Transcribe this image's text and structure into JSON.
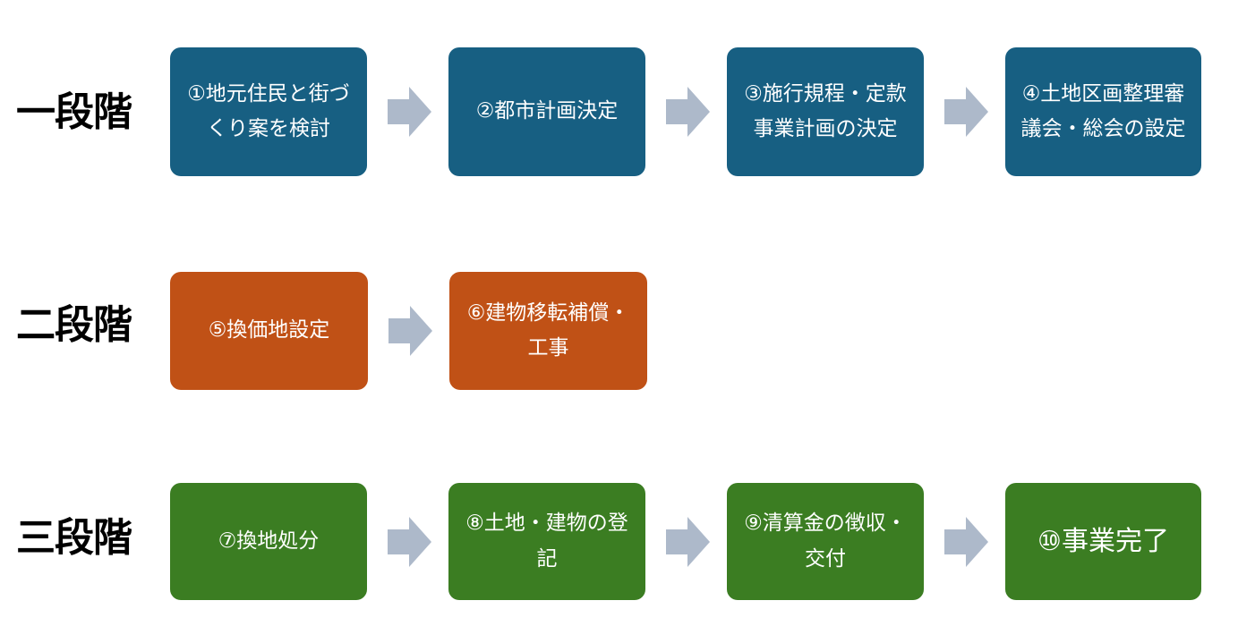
{
  "colors": {
    "stage1_box": "#175f82",
    "stage2_box": "#c05116",
    "stage3_box": "#3b7d22",
    "arrow": "#adb9ca",
    "box_text": "#ffffff",
    "label_text": "#000000"
  },
  "stages": [
    {
      "label": "一段階",
      "steps": [
        {
          "text": "①地元住民と街づくり案を検討"
        },
        {
          "text": "②都市計画決定"
        },
        {
          "text": "③施行規程・定款事業計画の決定"
        },
        {
          "text": "④土地区画整理審議会・総会の設定"
        }
      ]
    },
    {
      "label": "二段階",
      "steps": [
        {
          "text": "⑤換価地設定"
        },
        {
          "text": "⑥建物移転補償・工事"
        }
      ]
    },
    {
      "label": "三段階",
      "steps": [
        {
          "text": "⑦換地処分"
        },
        {
          "text": "⑧土地・建物の登記"
        },
        {
          "text": "⑨清算金の徴収・交付"
        },
        {
          "text": "⑩事業完了"
        }
      ]
    }
  ]
}
